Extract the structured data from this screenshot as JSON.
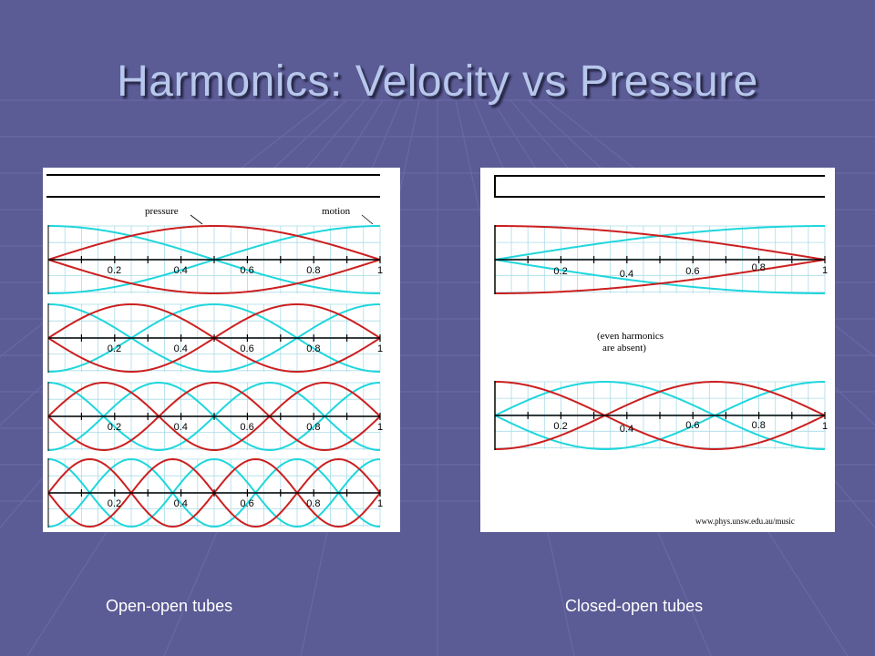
{
  "slide": {
    "title": "Harmonics: Velocity vs Pressure",
    "captions": {
      "left": "Open-open tubes",
      "right": "Closed-open tubes"
    }
  },
  "colors": {
    "background": "#5b5b95",
    "title": "#b8c8ec",
    "pressure": "#cc1f1f",
    "motion": "#1fd6dc",
    "grid": "#a9dce8"
  },
  "diagram_left": {
    "labels": {
      "pressure": "pressure",
      "motion": "motion"
    },
    "tick_labels": [
      "0.2",
      "0.4",
      "0.6",
      "0.8",
      "1"
    ],
    "harmonics": [
      1,
      2,
      3,
      4
    ]
  },
  "diagram_right": {
    "tick_labels": [
      "0.2",
      "0.4",
      "0.6",
      "0.8",
      "1"
    ],
    "note_line1": "(even harmonics",
    "note_line2": "are absent)",
    "credit": "www.phys.unsw.edu.au/music",
    "harmonics": [
      1,
      3
    ]
  }
}
